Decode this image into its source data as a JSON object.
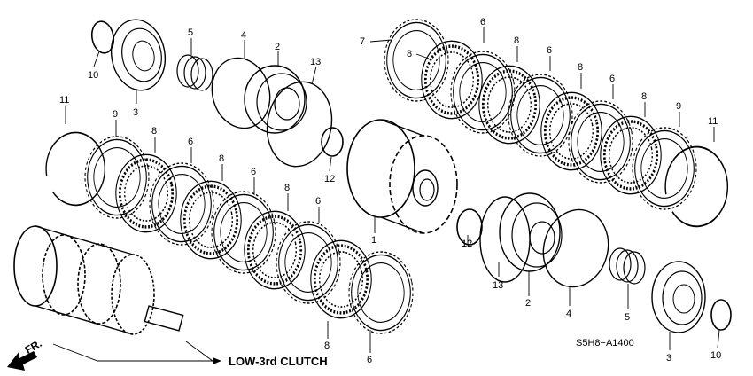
{
  "figure": {
    "code": "S5H8−A1400",
    "assembly_label": "LOW-3rd CLUTCH",
    "front_marker": "FR."
  },
  "callouts": [
    "10",
    "3",
    "5",
    "4",
    "2",
    "13",
    "7",
    "8",
    "6",
    "8",
    "6",
    "8",
    "6",
    "8",
    "9",
    "11",
    "11",
    "9",
    "8",
    "6",
    "8",
    "6",
    "8",
    "6",
    "1",
    "12",
    "12",
    "13",
    "2",
    "4",
    "5",
    "3",
    "10",
    "8",
    "6"
  ],
  "icons": [
    "snap-ring",
    "end-plate",
    "clutch-disc",
    "clutch-plate",
    "wave-spring",
    "piston",
    "return-spring",
    "clutch-drum",
    "gear-shaft",
    "o-ring",
    "front-arrow"
  ]
}
